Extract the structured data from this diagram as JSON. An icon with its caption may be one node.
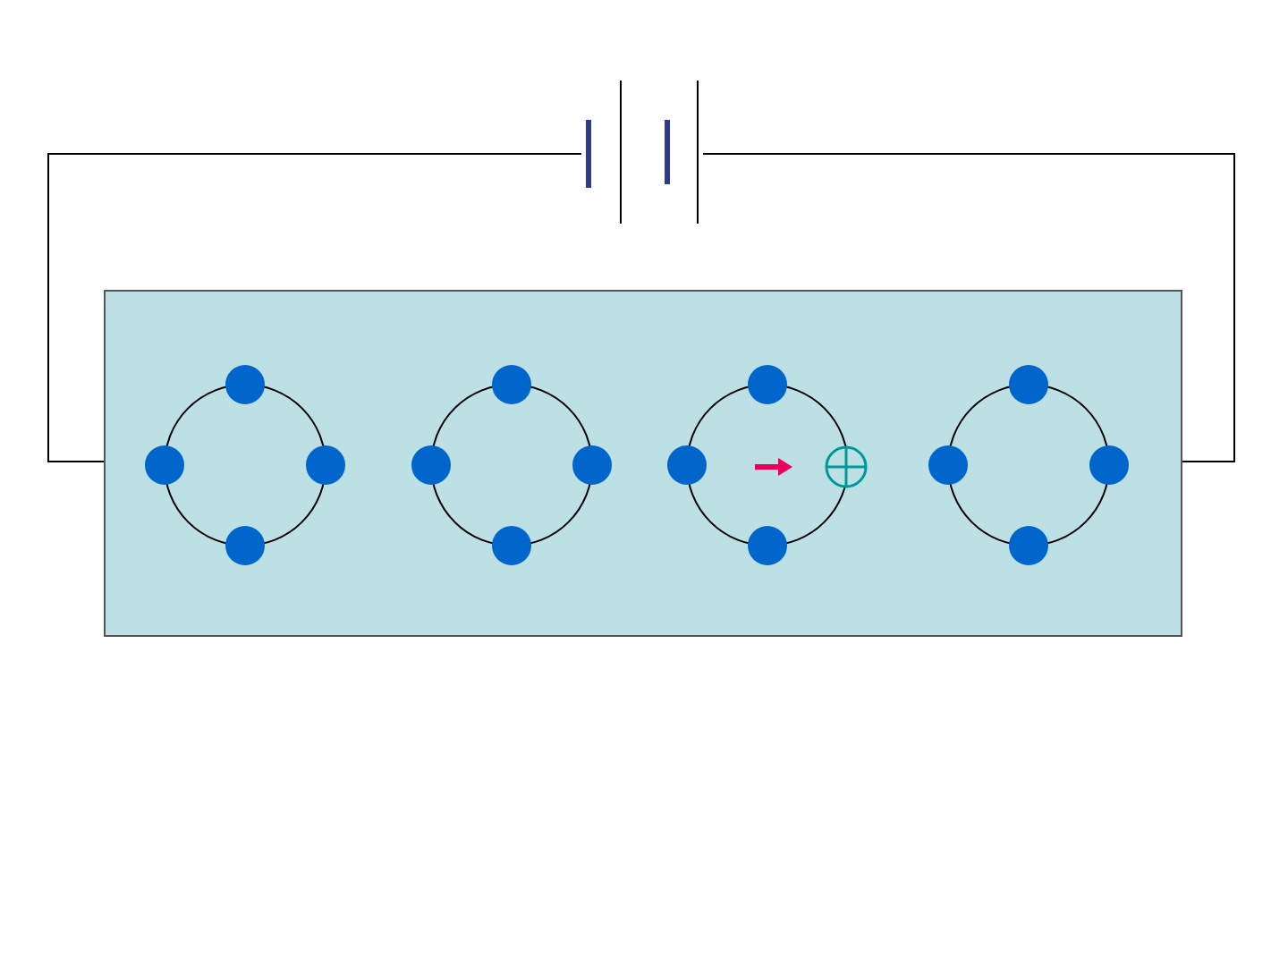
{
  "diagram": {
    "nodes": [
      {
        "text": [],
        "shape": "box"
      },
      {
        "text": [],
        "shape": "battery"
      }
    ],
    "edges": [
      {
        "from": 1,
        "to": 0,
        "arrow": "none"
      },
      {
        "from": 1,
        "to": 0,
        "arrow": "none"
      }
    ]
  }
}
